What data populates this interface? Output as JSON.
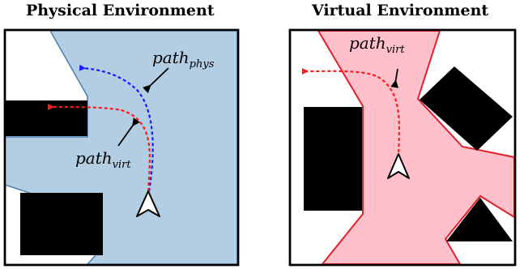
{
  "physical": {
    "title": "Physical Environment",
    "path_phys_label": {
      "base": "path",
      "sub": "phys"
    },
    "path_virt_label": {
      "base": "path",
      "sub": "virt"
    }
  },
  "virtual": {
    "title": "Virtual Environment",
    "path_virt_label": {
      "base": "path",
      "sub": "virt"
    }
  },
  "colors": {
    "walkable_physical": "#b3cde3",
    "walkable_physical_edge": "#4a7fb0",
    "walkable_virtual": "#ffc0cb",
    "walkable_virtual_edge": "#e0202a",
    "obstacle": "#000000",
    "path_phys": "#1a1aff",
    "path_virt": "#ff1a1a"
  },
  "icons": {
    "user": "arrowhead-icon"
  }
}
